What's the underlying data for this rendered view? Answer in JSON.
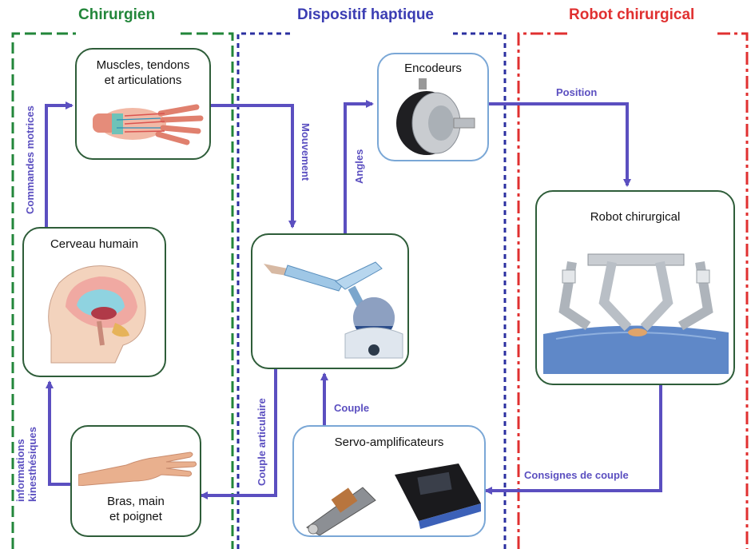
{
  "colors": {
    "chirurgien": "#22863a",
    "haptique": "#3b3db3",
    "robot": "#e03030",
    "arrow": "#5b4fc0",
    "box_border": "#2e5d39",
    "box_border_blue": "#7aa7d6"
  },
  "sections": {
    "chirurgien": "Chirurgien",
    "haptique": "Dispositif haptique",
    "robot": "Robot chirurgical"
  },
  "nodes": {
    "muscles": "Muscles, tendons\net articulations",
    "cerveau": "Cerveau humain",
    "bras": "Bras, main\net poignet",
    "encodeurs": "Encodeurs",
    "servo": "Servo-amplificateurs",
    "robot": "Robot chirurgical"
  },
  "edges": {
    "commandes": "Commandes motrices",
    "mouvement": "Mouvement",
    "angles": "Angles",
    "position": "Position",
    "couple": "Couple",
    "couple_articulaire": "Couple articulaire",
    "consignes": "Consignes de couple",
    "informations": "informations\nkinesthésiques"
  },
  "icons": [
    "hand-anatomy-icon",
    "brain-icon",
    "arm-hand-icon",
    "haptic-device-icon",
    "encoder-icon",
    "servo-amplifier-icon",
    "surgical-robot-icon"
  ]
}
